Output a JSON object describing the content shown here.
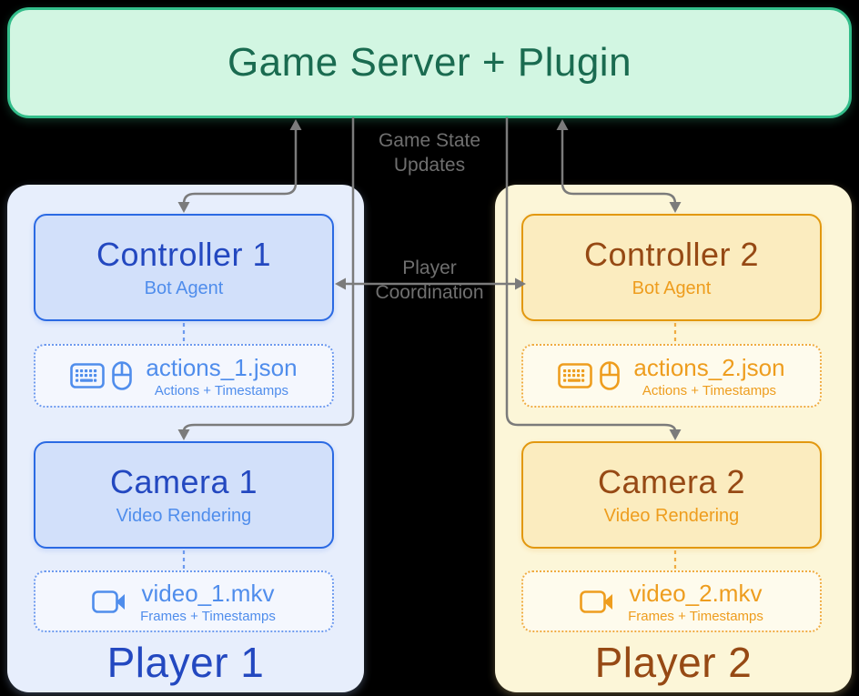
{
  "colors": {
    "canvas_bg": "#000000",
    "arrow": "#7b7b7b",
    "mid_label": "#6f6f6f",
    "server_fill": "#d2f6e2",
    "server_border": "#33bd8a",
    "server_text": "#1a6b50",
    "p1_container": "#e7eefc",
    "p1_node_fill": "#d2e0fa",
    "p1_node_border": "#2b6ae3",
    "p1_title": "#2348c0",
    "p1_accent": "#4f8dec",
    "p1_dotted": "#6d9aef",
    "p2_container": "#fcf6d8",
    "p2_node_fill": "#fbecbf",
    "p2_node_border": "#e2980f",
    "p2_title": "#964914",
    "p2_accent": "#ee9d1e",
    "p2_dotted": "#f0ac42"
  },
  "server": {
    "title": "Game Server + Plugin"
  },
  "labels": {
    "game_state": "Game State Updates",
    "coordination": "Player Coordination"
  },
  "icons": {
    "actions_box": [
      "keyboard-icon",
      "mouse-icon"
    ],
    "video_box": [
      "video-camera-icon"
    ]
  },
  "players": [
    {
      "name": "Player 1",
      "controller": {
        "title": "Controller 1",
        "subtitle": "Bot Agent"
      },
      "actions_file": {
        "name": "actions_1.json",
        "desc": "Actions + Timestamps"
      },
      "camera": {
        "title": "Camera 1",
        "subtitle": "Video Rendering"
      },
      "video_file": {
        "name": "video_1.mkv",
        "desc": "Frames + Timestamps"
      }
    },
    {
      "name": "Player 2",
      "controller": {
        "title": "Controller 2",
        "subtitle": "Bot Agent"
      },
      "actions_file": {
        "name": "actions_2.json",
        "desc": "Actions + Timestamps"
      },
      "camera": {
        "title": "Camera 2",
        "subtitle": "Video Rendering"
      },
      "video_file": {
        "name": "video_2.mkv",
        "desc": "Frames + Timestamps"
      }
    }
  ]
}
